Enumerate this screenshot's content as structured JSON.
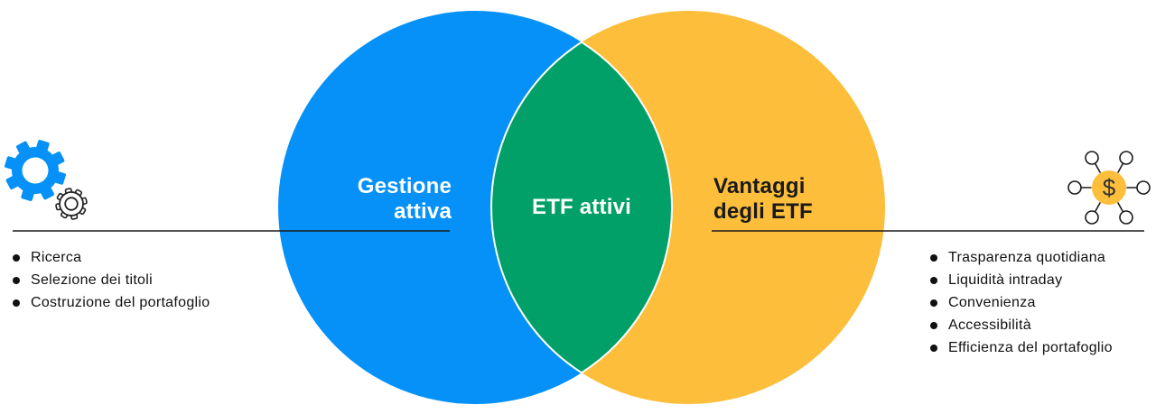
{
  "diagram": {
    "type": "venn",
    "left_circle": {
      "label": "Gestione attiva",
      "label_lines": [
        "Gestione",
        "attiva"
      ],
      "color": "#0591f8",
      "text_color": "#ffffff"
    },
    "right_circle": {
      "label": "Vantaggi degli ETF",
      "label_lines": [
        "Vantaggi",
        "degli ETF"
      ],
      "color": "#fcbe3b",
      "text_color": "#1a1a1a"
    },
    "overlap": {
      "label": "ETF attivi",
      "color": "#02a069",
      "text_color": "#ffffff"
    }
  },
  "left_panel": {
    "icon": "gears-icon",
    "items": [
      "Ricerca",
      "Selezione dei titoli",
      "Costruzione del portafoglio"
    ]
  },
  "right_panel": {
    "icon": "money-network-icon",
    "icon_symbol": "$",
    "items": [
      "Trasparenza quotidiana",
      "Liquidità intraday",
      "Convenienza",
      "Accessibilità",
      "Efficienza del portafoglio"
    ]
  },
  "colors": {
    "blue": "#0591f8",
    "yellow": "#fcbe3b",
    "green": "#02a069",
    "line": "#1a1a1a",
    "white": "#ffffff"
  }
}
